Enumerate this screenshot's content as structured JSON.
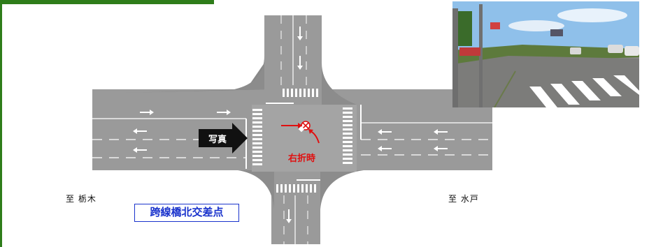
{
  "labels": {
    "west": "至 栃木",
    "east": "至 水戸",
    "intersection": "跨線橋北交差点",
    "photo_arrow": "写真",
    "turn_point": "右折時"
  },
  "colors": {
    "road": "#9a9a9a",
    "road_shoulder": "#7d7d7d",
    "marking": "#ffffff",
    "accent_red": "#e01010",
    "frame_green": "#2e7d1a",
    "label_blue": "#1a33cc"
  }
}
